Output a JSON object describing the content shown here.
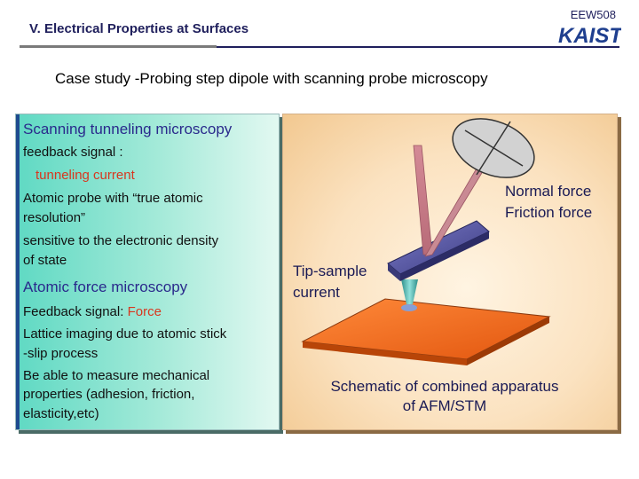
{
  "header": {
    "title": "V. Electrical Properties at Surfaces",
    "course_code": "EEW508",
    "logo_text": "KAIST"
  },
  "subtitle": "Case study -Probing step dipole with scanning probe microscopy",
  "stm": {
    "heading": "Scanning tunneling microscopy",
    "lines": [
      "feedback signal :",
      "tunneling current",
      "Atomic probe with “true atomic",
      "resolution”",
      "sensitive to the electronic density",
      "of state"
    ]
  },
  "afm": {
    "heading": "Atomic force microscopy",
    "feedback_prefix": "Feedback signal: ",
    "feedback_value": "Force",
    "lines": [
      "Lattice imaging due to atomic stick",
      "-slip process",
      "Be able to measure mechanical",
      "properties (adhesion, friction,",
      "elasticity,etc)"
    ]
  },
  "diagram": {
    "normal_force": "Normal force",
    "friction_force": "Friction force",
    "tip_sample_line1": "Tip-sample",
    "tip_sample_line2": "current",
    "caption_line1": "Schematic of combined apparatus",
    "caption_line2": "of AFM/STM"
  },
  "colors": {
    "title": "#1f1f5c",
    "highlight": "#d8371f",
    "heading": "#2a2a8c"
  }
}
